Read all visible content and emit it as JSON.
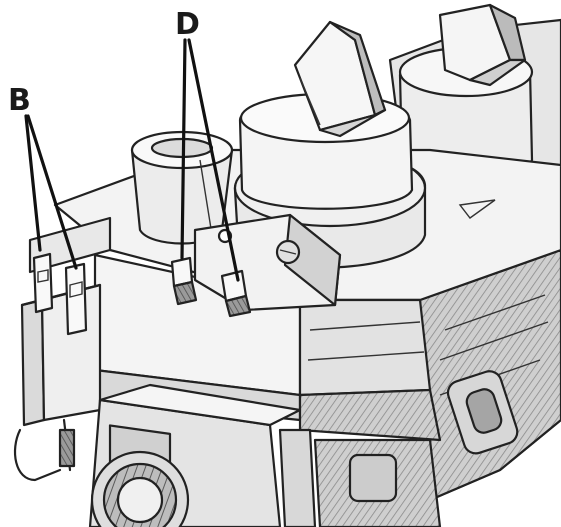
{
  "figure": {
    "callouts": [
      {
        "id": "B",
        "label": "B"
      },
      {
        "id": "D",
        "label": "D"
      }
    ]
  },
  "colors": {
    "line": "#222222",
    "light_fill": "#f2f2f2",
    "mid_fill": "#c9c9c9",
    "dark_fill": "#7d7d7d",
    "background": "#ffffff"
  }
}
